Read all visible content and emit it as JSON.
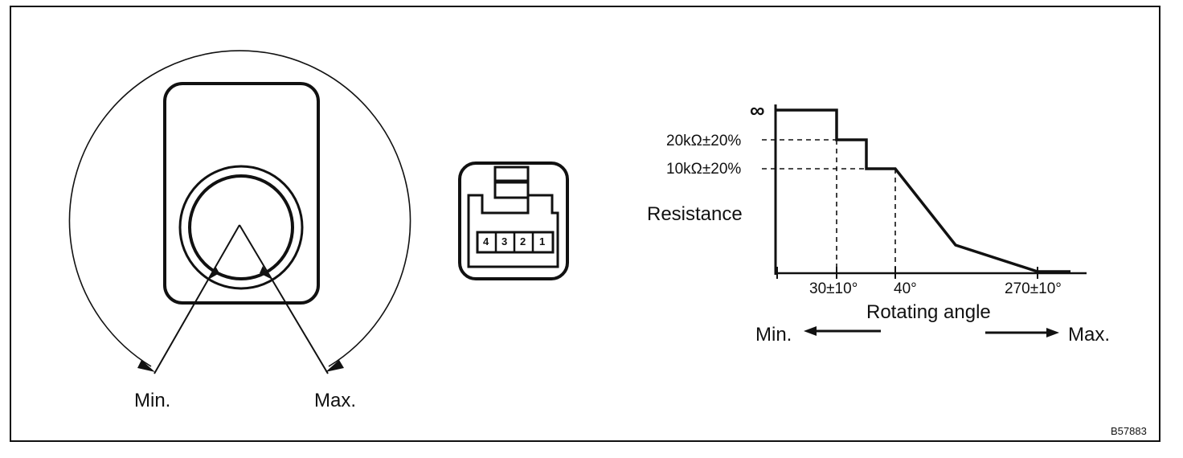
{
  "knob": {
    "min_label": "Min.",
    "max_label": "Max."
  },
  "connector": {
    "pins": [
      "4",
      "3",
      "2",
      "1"
    ]
  },
  "graph": {
    "ylabel": "Resistance",
    "xlabel": "Rotating angle",
    "y_ticks": [
      "∞",
      "20kΩ±20%",
      "10kΩ±20%"
    ],
    "x_ticks": [
      "30±10°",
      "40°",
      "270±10°"
    ],
    "min_label": "Min.",
    "max_label": "Max."
  },
  "figure_code": "B57883"
}
